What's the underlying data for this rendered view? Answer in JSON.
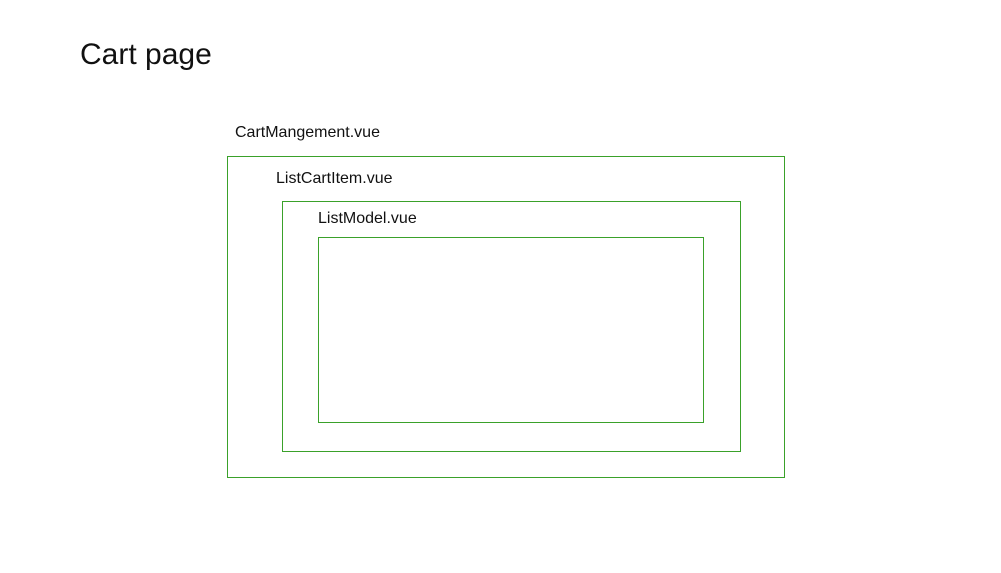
{
  "title": "Cart page",
  "diagram": {
    "border_color": "#3aa12a",
    "components": [
      {
        "label": "CartMangement.vue"
      },
      {
        "label": "ListCartItem.vue"
      },
      {
        "label": "ListModel.vue"
      }
    ]
  }
}
